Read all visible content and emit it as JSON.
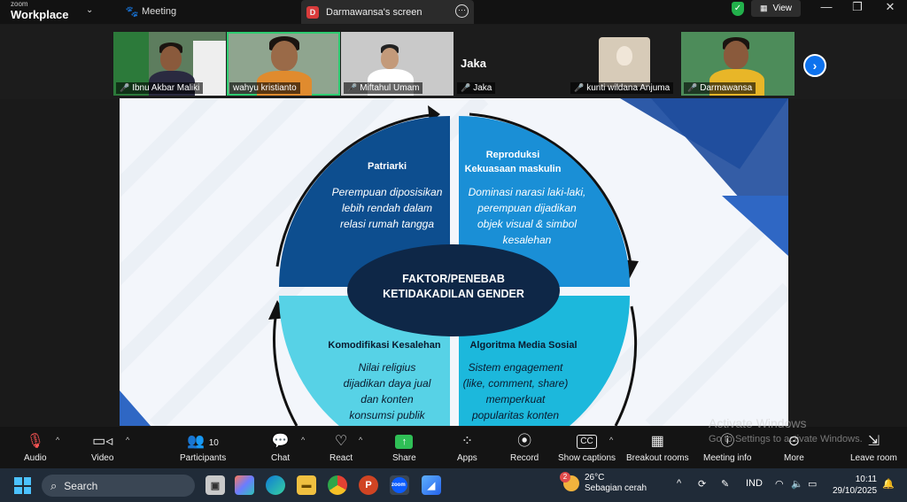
{
  "app": {
    "logo_small": "zoom",
    "logo_big": "Workplace"
  },
  "titlebar": {
    "tab_meeting": "Meeting",
    "tab_screen_badge": "D",
    "tab_screen": "Darmawansa's screen",
    "view_label": "View"
  },
  "participants": [
    {
      "name": "Ibnu Akbar Maliki"
    },
    {
      "name": "wahyu kristianto"
    },
    {
      "name": "Miftahul Umam"
    },
    {
      "name": "Jaka",
      "display": "Jaka"
    },
    {
      "name": "kunti wildana Anjuma"
    },
    {
      "name": "Darmawansa"
    }
  ],
  "slide": {
    "center_title_1": "FAKTOR/PENEBAB",
    "center_title_2": "KETIDAKADILAN GENDER",
    "q1": {
      "title": "Patriarki",
      "lines": [
        "Perempuan diposisikan",
        "lebih rendah dalam",
        "relasi rumah tangga"
      ]
    },
    "q2": {
      "title_1": "Reproduksi",
      "title_2": "Kekuasaan maskulin",
      "lines": [
        "Dominasi narasi laki-laki,",
        "perempuan dijadikan",
        "objek visual & simbol",
        "kesalehan"
      ]
    },
    "q3": {
      "title": "Komodifikasi Kesalehan",
      "lines": [
        "Nilai religius",
        "dijadikan daya jual",
        "dan konten",
        "konsumsi publik"
      ]
    },
    "q4": {
      "title": "Algoritma Media Sosial",
      "lines": [
        "Sistem engagement",
        "(like, comment, share)",
        "memperkuat",
        "popularitas konten"
      ]
    },
    "colors": {
      "q1": "#0d4e8f",
      "q2": "#1a8fd6",
      "q3": "#57d2e6",
      "q4": "#1cb8dc",
      "center": "#0e2747"
    }
  },
  "toolbar": {
    "audio": "Audio",
    "video": "Video",
    "participants": "Participants",
    "participants_count": "10",
    "chat": "Chat",
    "react": "React",
    "share": "Share",
    "apps": "Apps",
    "record": "Record",
    "captions": "Show captions",
    "captions_icon": "CC",
    "breakout": "Breakout rooms",
    "meeting_info": "Meeting info",
    "more": "More",
    "leave": "Leave room"
  },
  "watermark": {
    "line1": "Activate Windows",
    "line2": "Go to Settings to activate Windows."
  },
  "taskbar": {
    "search_placeholder": "Search",
    "weather_temp": "26°C",
    "weather_desc": "Sebagian cerah",
    "weather_badge": "2",
    "lang": "IND",
    "time": "10:11",
    "date": "29/10/2025"
  }
}
